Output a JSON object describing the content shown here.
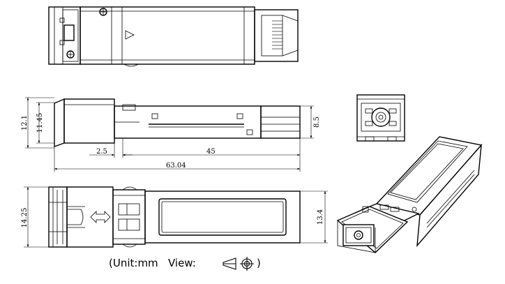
{
  "dimensions": {
    "height_outer": "12.1",
    "height_inner": "11.45",
    "body_height": "8.5",
    "offset": "2.5",
    "body_length": "45",
    "total_length": "63.04",
    "width_front": "14.25",
    "width_body": "13.4"
  },
  "caption": {
    "unit_text": "(Unit:mm   View:",
    "close_paren": ")"
  }
}
